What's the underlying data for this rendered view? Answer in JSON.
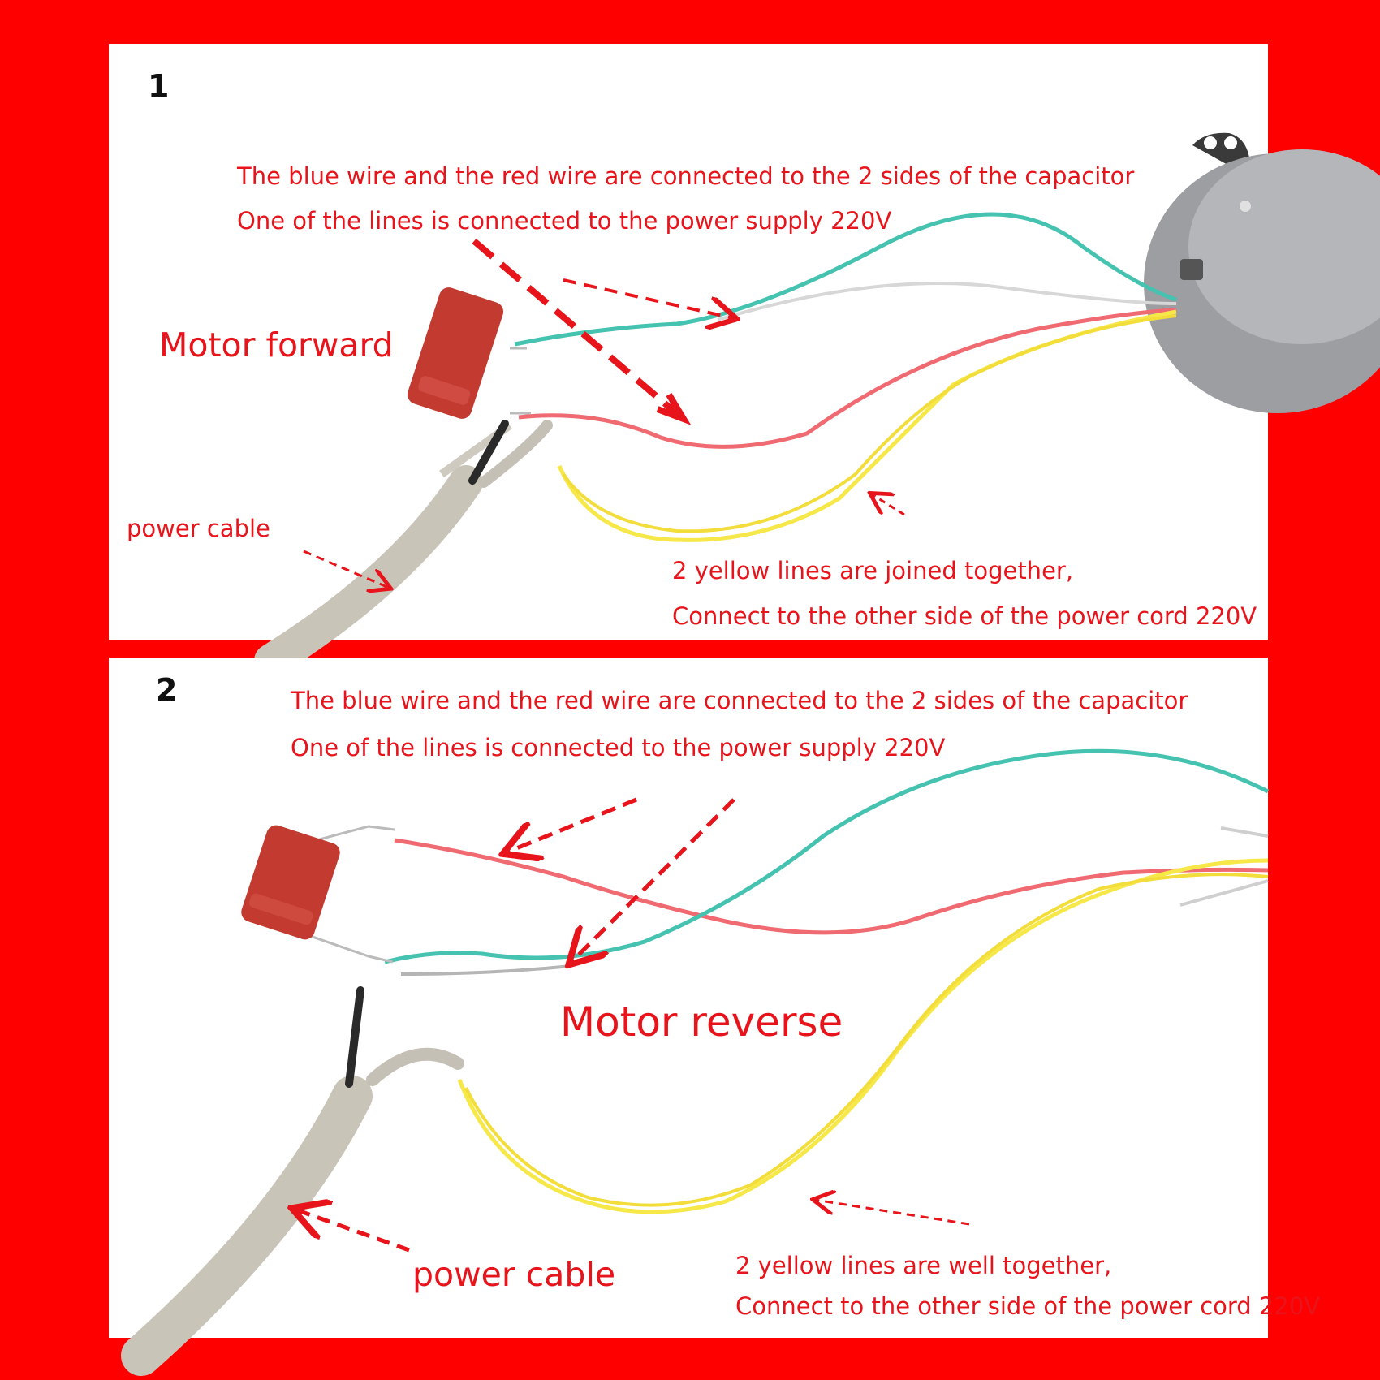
{
  "colors": {
    "frame": "#ff0000",
    "annotation_text": "#e8141b",
    "blue_wire": "#45c2b0",
    "red_wire": "#f06a72",
    "yellow_wire": "#f7e84a",
    "capacitor": "#c23a30",
    "cable": "#c9c4b8"
  },
  "panel1": {
    "number": "1",
    "note_line1": "The blue wire and the red wire are connected to the 2 sides of the capacitor",
    "note_line2": "One of the lines is connected to the power supply 220V",
    "label_direction": "Motor forward",
    "label_cable": "power cable",
    "yellow_line1": "2 yellow lines are joined together,",
    "yellow_line2": "Connect to the other side of the power cord 220V"
  },
  "panel2": {
    "number": "2",
    "note_line1": "The blue wire and the red wire are connected to the 2 sides of the capacitor",
    "note_line2": "One of the lines is connected to the power supply 220V",
    "label_direction": "Motor reverse",
    "label_cable": "power cable",
    "yellow_line1": "2 yellow lines are well together,",
    "yellow_line2": "Connect to the other side of the power cord 220V"
  }
}
